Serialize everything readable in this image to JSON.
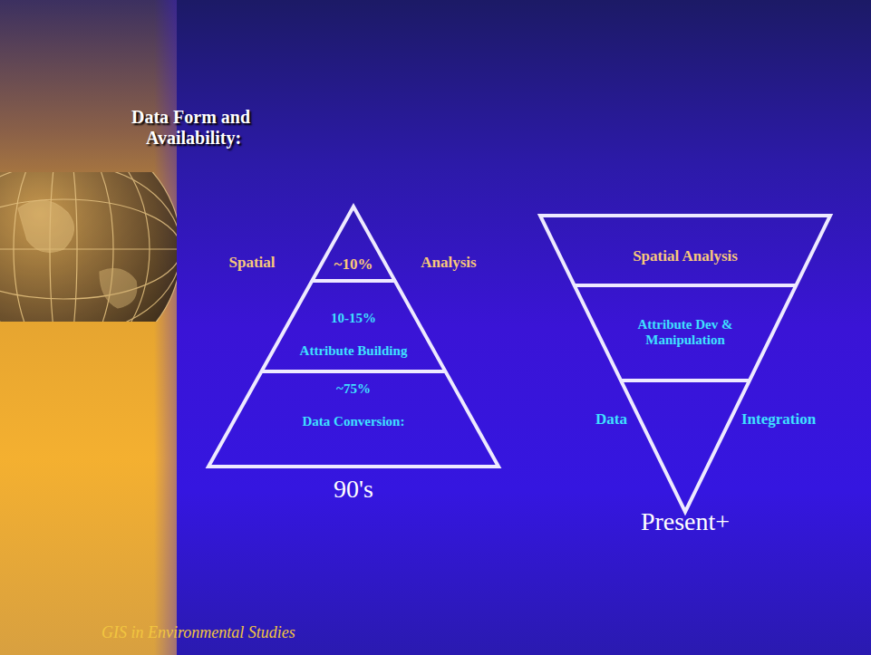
{
  "diagram": {
    "title": "Data Form and Availability:",
    "nodes": [
      {
        "text": [
          "90's"
        ]
      },
      {
        "text": [
          "Spatial",
          "~10%",
          "Analysis"
        ],
        "in": 0
      },
      {
        "text": [
          "10-15%",
          "Attribute Building"
        ],
        "in": 0
      },
      {
        "text": [
          "~75%",
          "Data Conversion:"
        ],
        "in": 0
      },
      {
        "text": [
          "Present+"
        ]
      },
      {
        "text": [
          "Spatial Analysis"
        ],
        "in": 4
      },
      {
        "text": [
          "Attribute Dev & Manipulation"
        ],
        "in": 4
      },
      {
        "text": [
          "Data",
          "Integration"
        ],
        "in": 4
      }
    ],
    "labels": [
      "GIS in Environmental Studies"
    ]
  }
}
